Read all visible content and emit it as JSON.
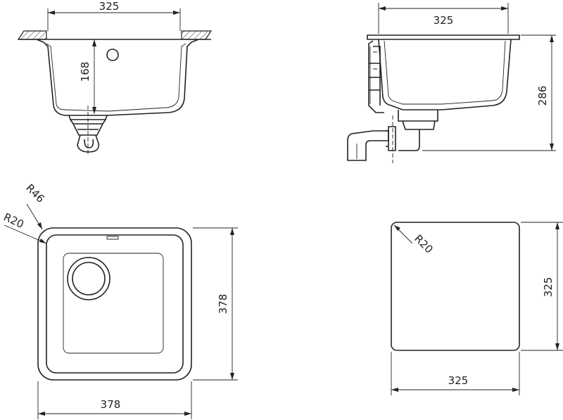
{
  "views": {
    "front_section": {
      "width_label": "325",
      "depth_label": "168"
    },
    "side_section": {
      "width_label": "325",
      "height_label": "286"
    },
    "top_view": {
      "outer_radius_label": "R46",
      "inner_radius_label": "R20",
      "height_label": "378",
      "width_label": "378"
    },
    "cutout": {
      "radius_label": "R20",
      "height_label": "325",
      "width_label": "325"
    }
  }
}
